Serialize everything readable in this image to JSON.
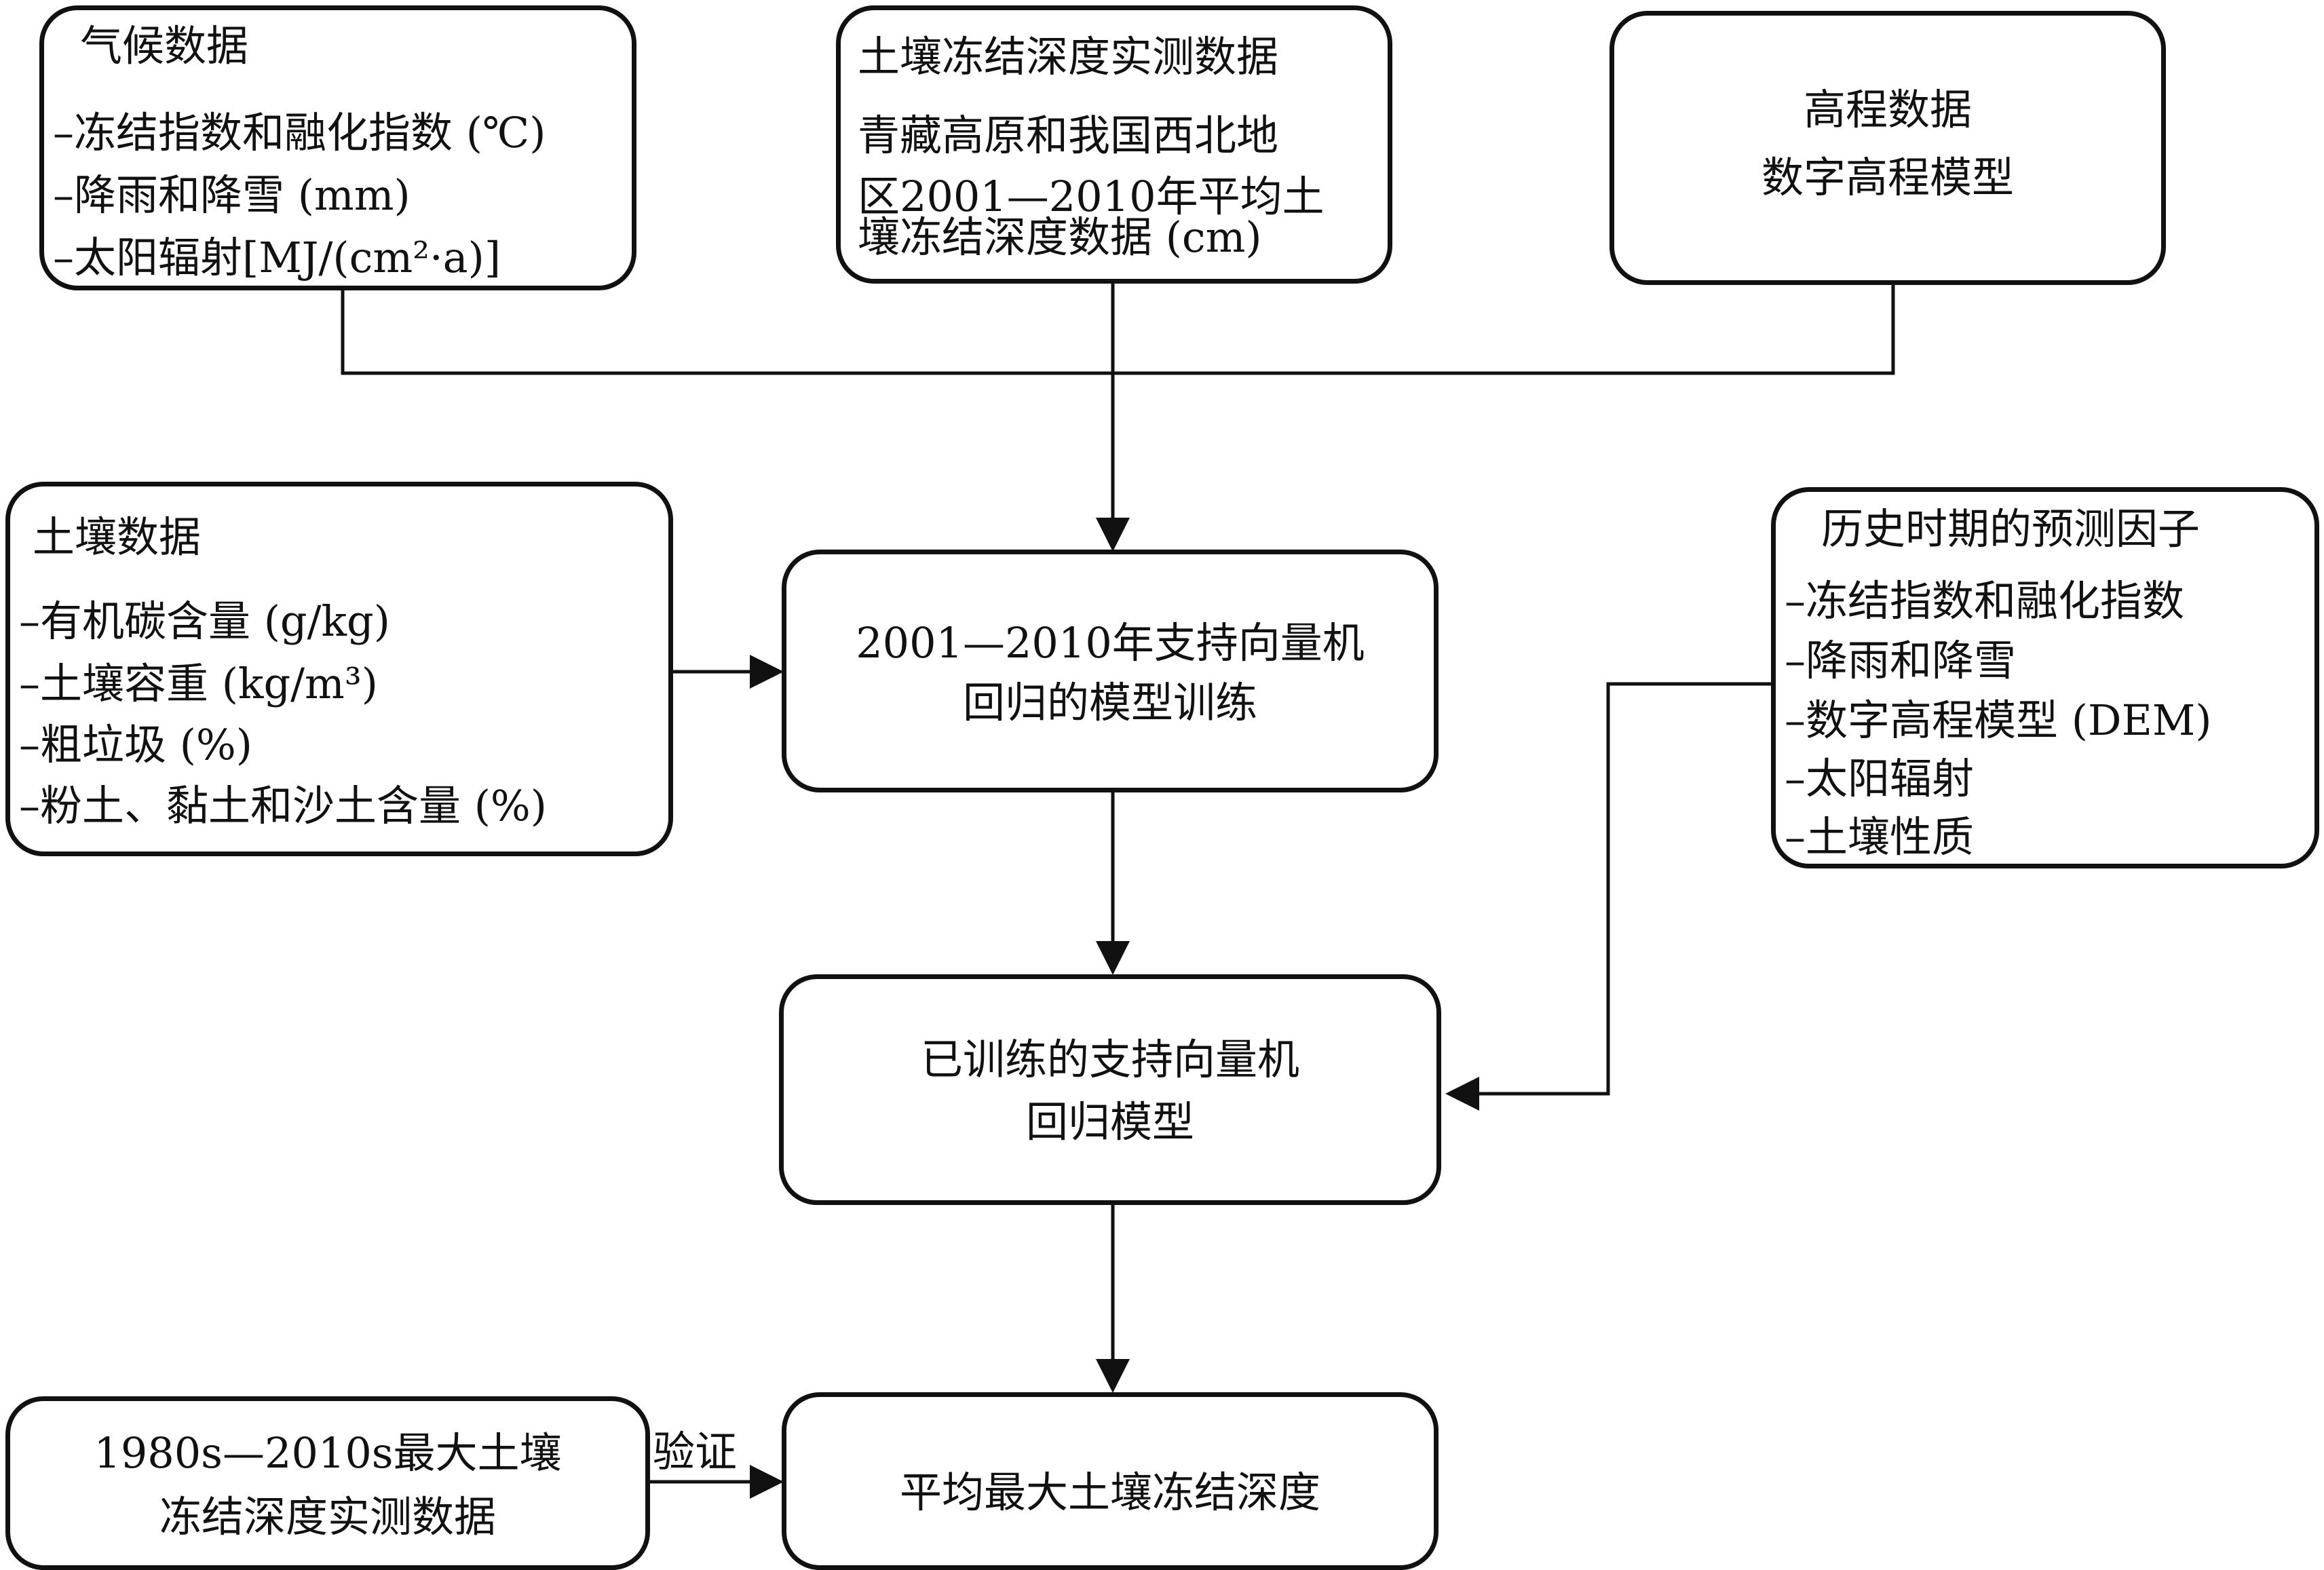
{
  "climate": {
    "title": "气候数据",
    "items": [
      "–冻结指数和融化指数 (℃)",
      "–降雨和降雪 (mm)",
      "–太阳辐射[MJ/(cm²·a)]"
    ]
  },
  "measured": {
    "title": "土壤冻结深度实测数据",
    "lines": [
      "青藏高原和我国西北地",
      "区2001—2010年平均土",
      "壤冻结深度数据 (cm)"
    ]
  },
  "elevation": {
    "lines": [
      "高程数据",
      "数字高程模型"
    ]
  },
  "soil": {
    "title": "土壤数据",
    "items": [
      "–有机碳含量 (g/kg)",
      "–土壤容重 (kg/m³)",
      "–粗垃圾 (%)",
      "–粉土、黏土和沙土含量 (%)"
    ]
  },
  "training": {
    "lines": [
      "2001—2010年支持向量机",
      "回归的模型训练"
    ]
  },
  "predictors": {
    "title": "历史时期的预测因子",
    "items": [
      "–冻结指数和融化指数",
      "–降雨和降雪",
      "–数字高程模型 (DEM)",
      "–太阳辐射",
      "–土壤性质"
    ]
  },
  "trained": {
    "lines": [
      "已训练的支持向量机",
      "回归模型"
    ]
  },
  "observed": {
    "lines": [
      "1980s—2010s最大土壤",
      "冻结深度实测数据"
    ]
  },
  "validate_label": "验证",
  "result": {
    "label": "平均最大土壤冻结深度"
  }
}
